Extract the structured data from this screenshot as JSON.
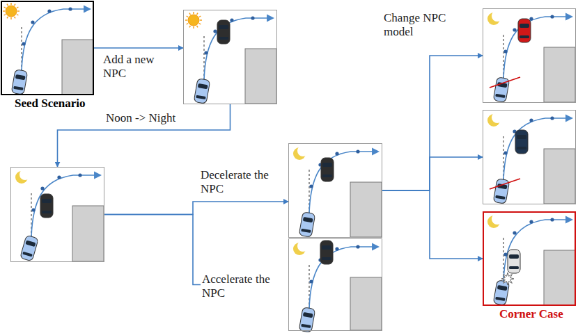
{
  "diagram": {
    "nodes": [
      {
        "text": [
          "Seed Scenario"
        ]
      },
      {
        "text": []
      },
      {
        "text": []
      },
      {
        "text": []
      },
      {
        "text": []
      },
      {
        "text": []
      },
      {
        "text": []
      },
      {
        "text": [
          "Corner Case"
        ]
      }
    ],
    "edges": [
      {
        "from": 0,
        "to": 1,
        "arrow": "to",
        "label": "Add a new NPC"
      },
      {
        "from": 1,
        "to": 2,
        "arrow": "to",
        "label": "Noon -> Night"
      },
      {
        "from": 2,
        "to": 3,
        "arrow": "to",
        "label": "Decelerate the NPC"
      },
      {
        "from": 2,
        "to": 4,
        "arrow": "to",
        "label": "Accelerate the NPC"
      },
      {
        "from": 3,
        "to": 5,
        "arrow": "to",
        "label": "Change NPC model"
      },
      {
        "from": 3,
        "to": 6,
        "arrow": "to"
      },
      {
        "from": 3,
        "to": 7,
        "arrow": "to"
      }
    ]
  }
}
